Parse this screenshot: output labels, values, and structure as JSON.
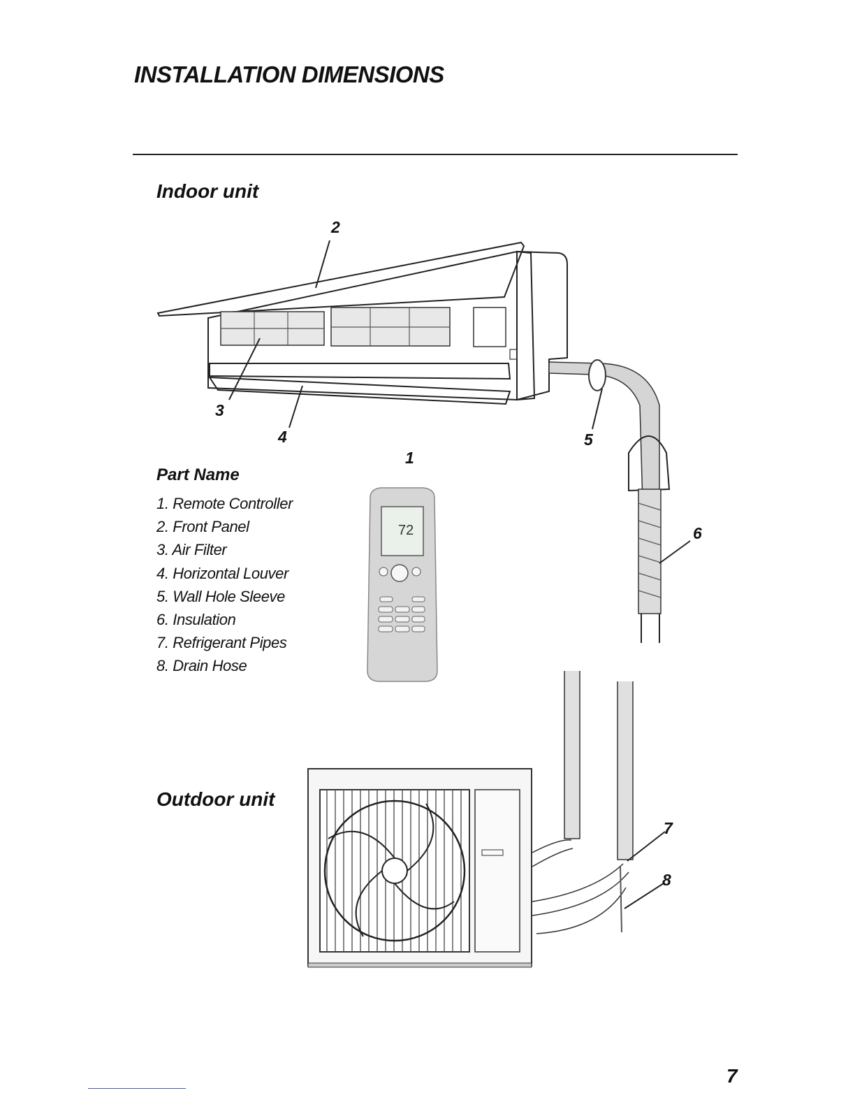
{
  "page": {
    "title": "INSTALLATION DIMENSIONS",
    "indoor_heading": "Indoor unit",
    "outdoor_heading": "Outdoor unit",
    "part_name_heading": "Part Name",
    "page_number": "7"
  },
  "parts": [
    {
      "n": "1.",
      "label": "Remote Controller"
    },
    {
      "n": "2.",
      "label": "Front Panel"
    },
    {
      "n": "3.",
      "label": "Air Filter"
    },
    {
      "n": "4.",
      "label": "Horizontal Louver"
    },
    {
      "n": "5.",
      "label": "Wall Hole Sleeve"
    },
    {
      "n": "6.",
      "label": "Insulation"
    },
    {
      "n": "7.",
      "label": "Refrigerant Pipes"
    },
    {
      "n": "8.",
      "label": "Drain Hose"
    }
  ],
  "callouts": [
    "1",
    "2",
    "3",
    "4",
    "5",
    "6",
    "7",
    "8"
  ],
  "remote_display": "72"
}
